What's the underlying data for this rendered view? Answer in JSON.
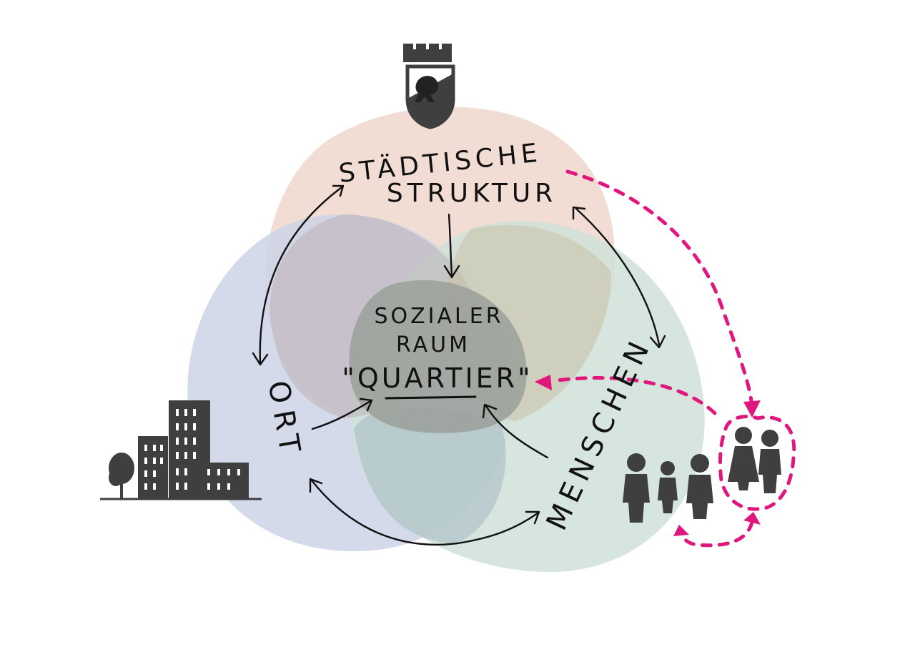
{
  "labels": {
    "top_line1": "STÄDTISCHE",
    "top_line2": "STRUKTUR",
    "left": "ORT",
    "right": "MENSCHEN",
    "center_line1": "SOZIALER",
    "center_line2": "RAUM",
    "center_line3": "\"QUARTIER\""
  },
  "colors": {
    "circle_top": "#f0d7cc",
    "circle_left": "#cdd3e6",
    "circle_right": "#cfe1d8",
    "overlap_center": "#9aa09a",
    "arrow_ink": "#111111",
    "dashed_accent": "#e0177e",
    "icon_dark": "#3f3f3f"
  },
  "icons": [
    "bern-coat-of-arms-icon",
    "buildings-icon",
    "tree-icon",
    "people-icon"
  ]
}
